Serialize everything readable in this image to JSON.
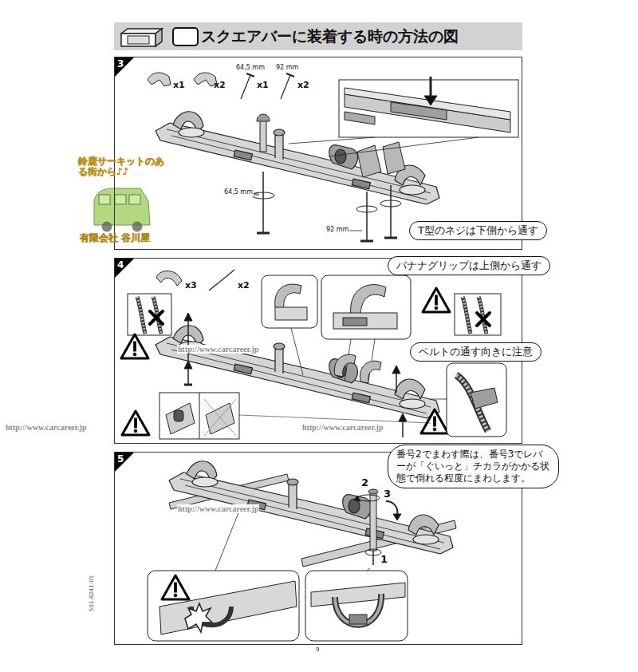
{
  "diagram": {
    "title": "スクエアバーに装着する時の方法の図",
    "nodes": [
      {
        "text": [
          "3"
        ]
      },
      {
        "text": [
          "T型のネジは下側から通す"
        ],
        "in": 0
      },
      {
        "text": [
          "4"
        ]
      },
      {
        "text": [
          "バナナグリップは上側から通す"
        ],
        "in": 2
      },
      {
        "text": [
          "ベルトの通す向きに注意"
        ],
        "in": 2
      },
      {
        "text": [
          "5"
        ]
      },
      {
        "text": [
          "番号2でまわす際は、番号3でレバーが「ぐいっと」チカラがかかる状態で倒れる程度にまわします。"
        ],
        "in": 5
      }
    ],
    "labels": [
      "x1",
      "x2",
      "64,5 mm",
      "x1",
      "92 mm",
      "x2",
      "64,5 mm",
      "92 mm",
      "鈴鹿サーキットのある街から♪♪",
      "有限会社 谷川屋",
      "x3",
      "x2",
      "http://www.carcareer.jp",
      "http://www.carcareer.jp",
      "http://www.carcareer.jp",
      "2",
      "3",
      "1",
      "http://www.carcareer.jp",
      "501-8241-05",
      "9"
    ]
  }
}
